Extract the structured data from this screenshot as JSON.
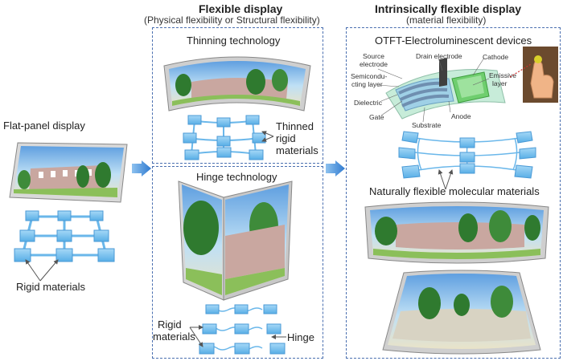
{
  "left": {
    "title": "Flat-panel display",
    "materials_label": "Rigid materials"
  },
  "middle": {
    "title": "Flexible display",
    "subtitle": "(Physical flexibility or Structural flexibility)",
    "thinning": {
      "title": "Thinning technology",
      "label_line1": "Thinned",
      "label_line2": "rigid",
      "label_line3": "materials"
    },
    "hinge": {
      "title": "Hinge technology",
      "rigid_line1": "Rigid",
      "rigid_line2": "materials",
      "hinge_label": "Hinge"
    }
  },
  "right": {
    "title": "Intrinsically flexible display",
    "subtitle": "(material flexibility)",
    "device_title": "OTFT-Electroluminescent devices",
    "device_labels": {
      "source_line1": "Source",
      "source_line2": "electrode",
      "drain": "Drain electrode",
      "cathode": "Cathode",
      "semi_line1": "Semicondu-",
      "semi_line2": "cting layer",
      "emissive_line1": "Emissive",
      "emissive_line2": "layer",
      "dielectric": "Dielectric",
      "gate": "Gate",
      "anode": "Anode",
      "substrate": "Substrate"
    },
    "molecular_label": "Naturally flexible molecular materials"
  },
  "colors": {
    "box_border": "#4a6fb0",
    "block": "#6ab7ea",
    "arrow": "#3a7fd0"
  }
}
